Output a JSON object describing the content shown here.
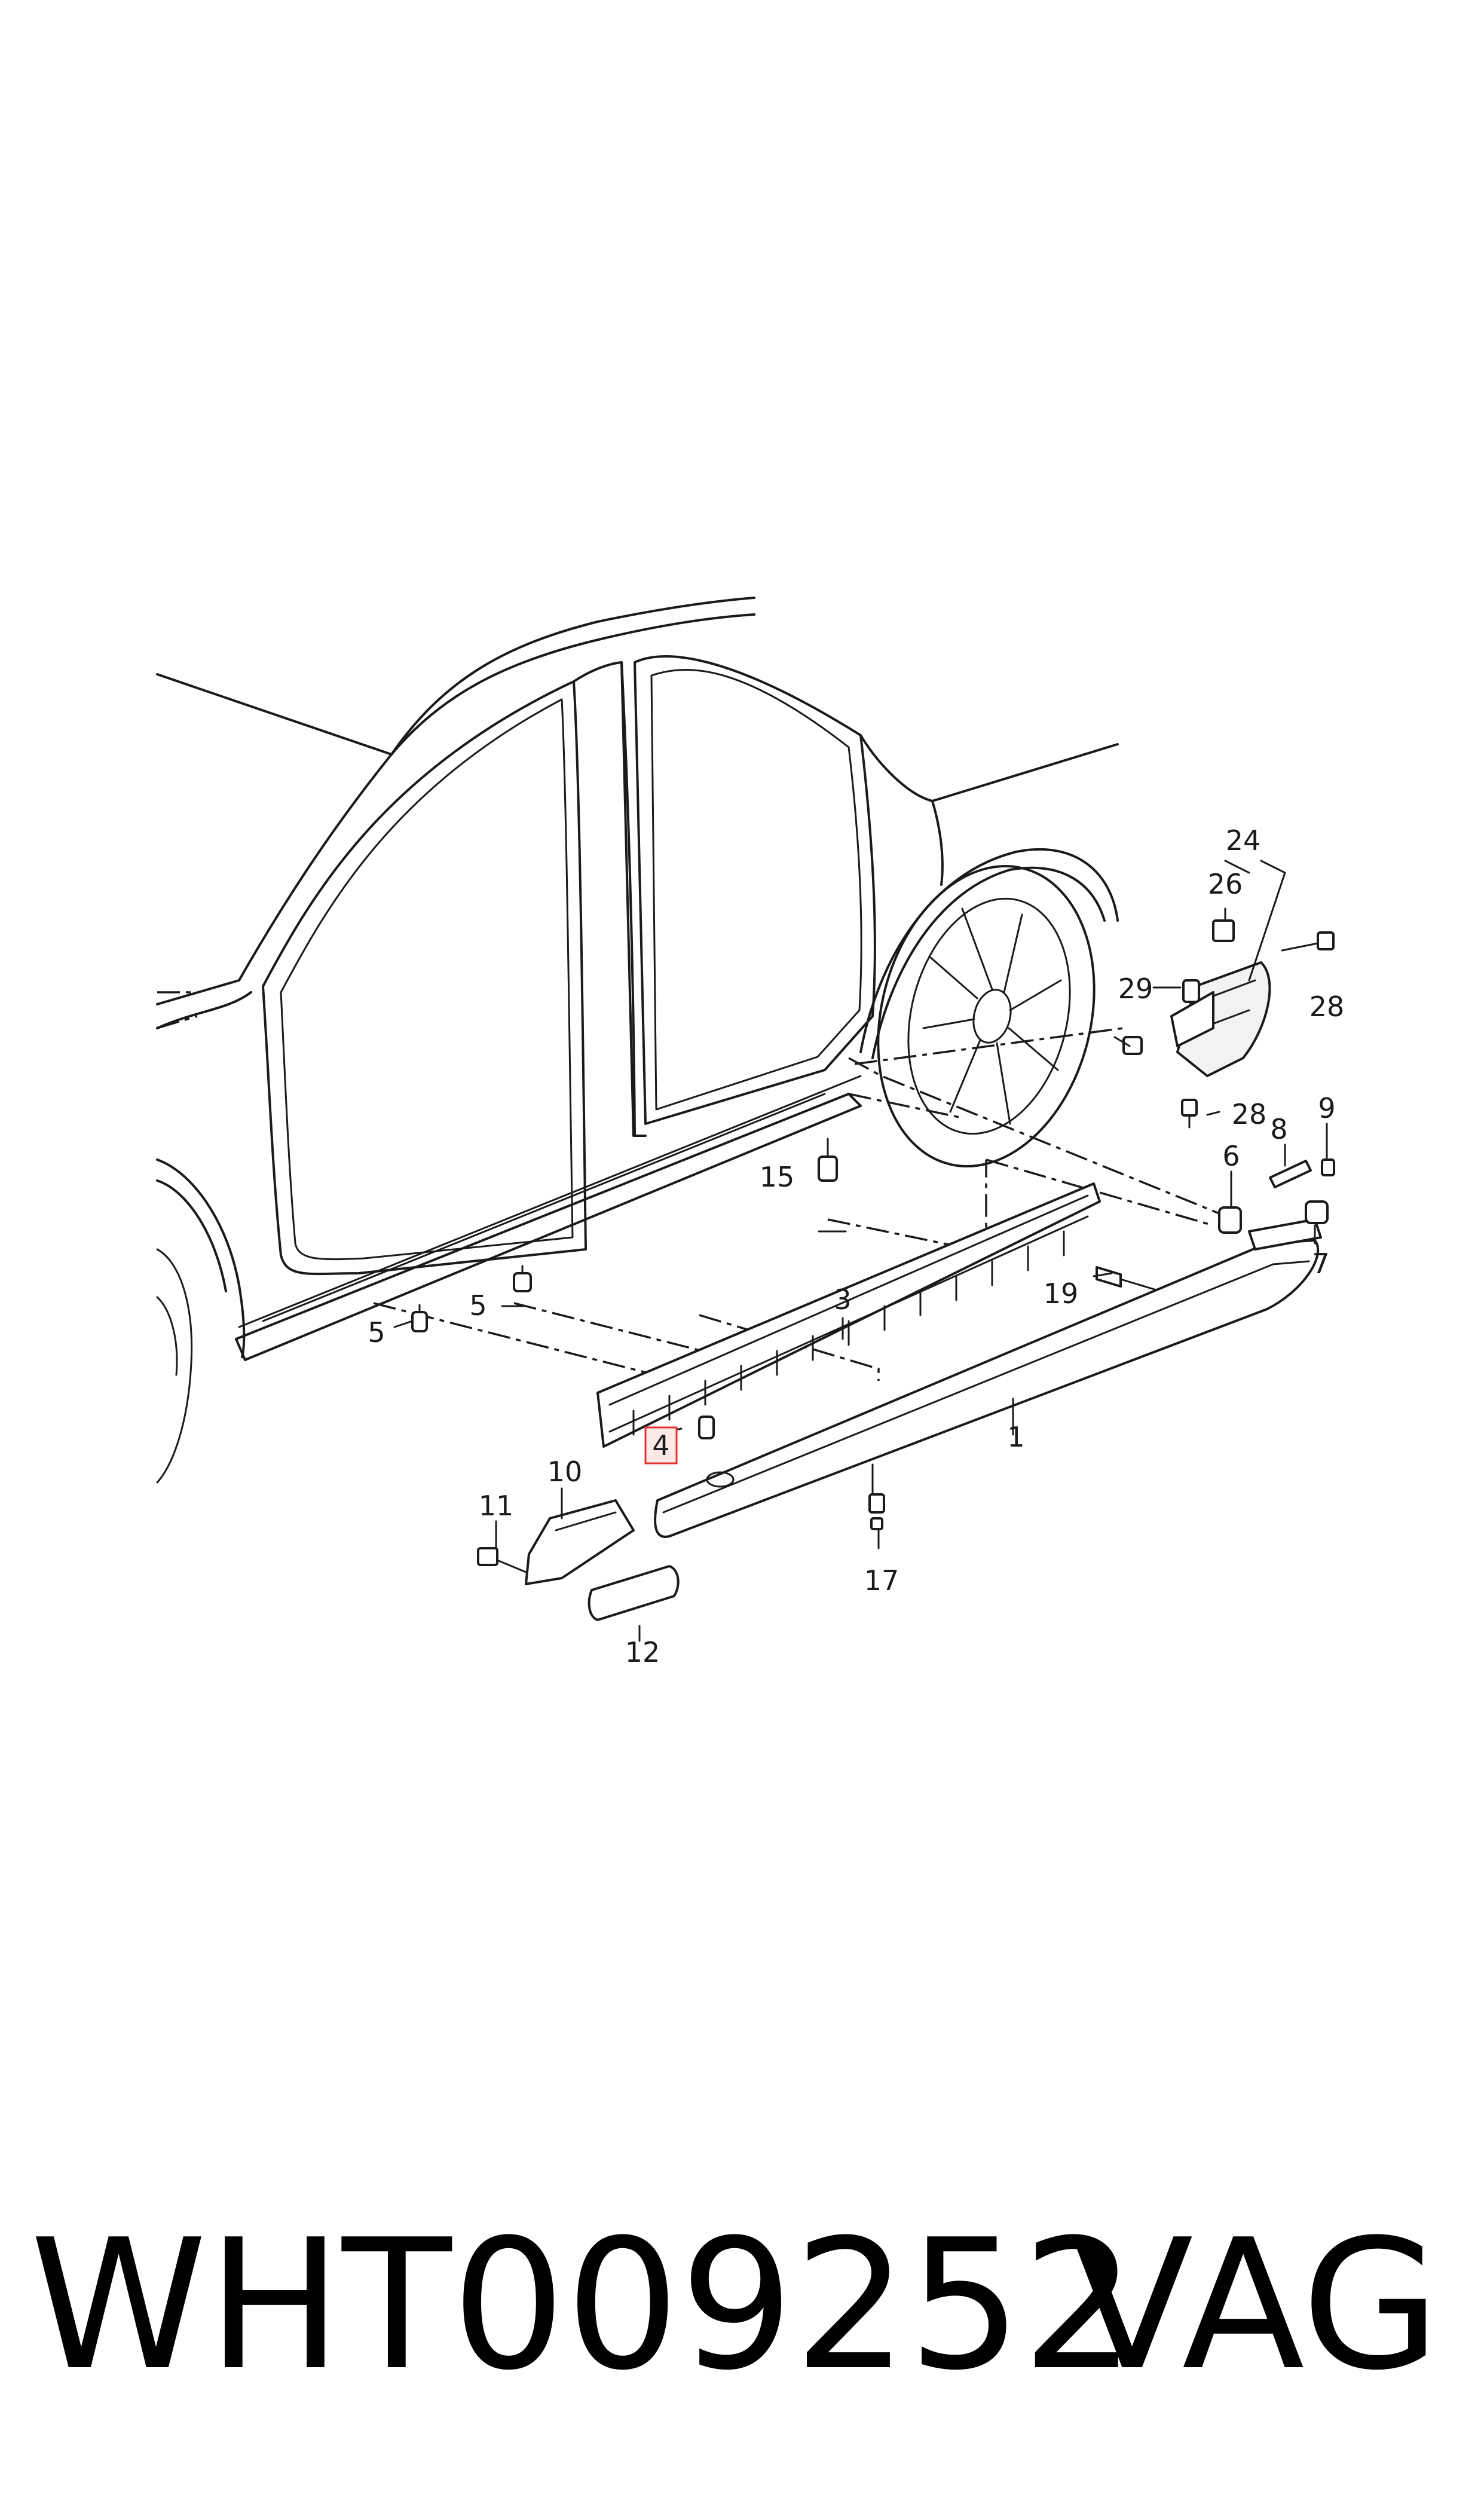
{
  "diagram": {
    "callouts": [
      {
        "id": "c1",
        "label": "1"
      },
      {
        "id": "c3",
        "label": "3"
      },
      {
        "id": "c4",
        "label": "4",
        "highlighted": true
      },
      {
        "id": "c5a",
        "label": "5"
      },
      {
        "id": "c5b",
        "label": "5"
      },
      {
        "id": "c6",
        "label": "6"
      },
      {
        "id": "c7",
        "label": "7"
      },
      {
        "id": "c8",
        "label": "8"
      },
      {
        "id": "c9",
        "label": "9"
      },
      {
        "id": "c10",
        "label": "10"
      },
      {
        "id": "c11",
        "label": "11"
      },
      {
        "id": "c12",
        "label": "12"
      },
      {
        "id": "c15",
        "label": "15"
      },
      {
        "id": "c17",
        "label": "17"
      },
      {
        "id": "c19",
        "label": "19"
      },
      {
        "id": "c24",
        "label": "24"
      },
      {
        "id": "c26",
        "label": "26"
      },
      {
        "id": "c28a",
        "label": "28"
      },
      {
        "id": "c28b",
        "label": "28"
      },
      {
        "id": "c29",
        "label": "29"
      }
    ],
    "highlight_color": "#e03030"
  },
  "footer": {
    "part_number": "WHT009252",
    "brand": "VAG"
  }
}
